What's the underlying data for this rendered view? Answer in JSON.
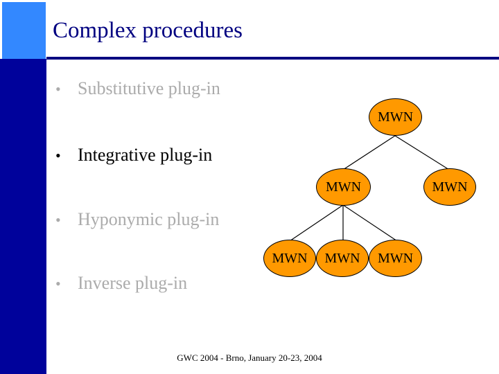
{
  "slide": {
    "title": "Complex procedures",
    "footer": "GWC 2004 - Brno, January 20-23,  2004",
    "colors": {
      "title": "#000080",
      "rule": "#000080",
      "sidebar_bar": "#00029B",
      "sidebar_square": "#3388FF",
      "node_fill": "#FF9900",
      "node_stroke": "#000000",
      "bullet_dim": "#ABABAB",
      "bullet_active": "#000000",
      "background": "#FFFFFF"
    }
  },
  "bullets": [
    {
      "marker": "•",
      "label": "Substitutive plug-in",
      "state": "dim"
    },
    {
      "marker": "•",
      "label": "Integrative plug-in",
      "state": "active"
    },
    {
      "marker": "•",
      "label": "Hyponymic plug-in",
      "state": "dim"
    },
    {
      "marker": "•",
      "label": "Inverse plug-in",
      "state": "dim"
    }
  ],
  "diagram": {
    "type": "tree",
    "nodes": [
      {
        "id": "root",
        "label": "MWN",
        "level": 0
      },
      {
        "id": "c1",
        "label": "MWN",
        "level": 1
      },
      {
        "id": "c2",
        "label": "MWN",
        "level": 1
      },
      {
        "id": "g1",
        "label": "MWN",
        "level": 2
      },
      {
        "id": "g2",
        "label": "MWN",
        "level": 2
      },
      {
        "id": "g3",
        "label": "MWN",
        "level": 2
      }
    ],
    "edges": [
      {
        "from": "root",
        "to": "c1"
      },
      {
        "from": "root",
        "to": "c2"
      },
      {
        "from": "c1",
        "to": "g1"
      },
      {
        "from": "c1",
        "to": "g2"
      },
      {
        "from": "c1",
        "to": "g3"
      }
    ]
  }
}
